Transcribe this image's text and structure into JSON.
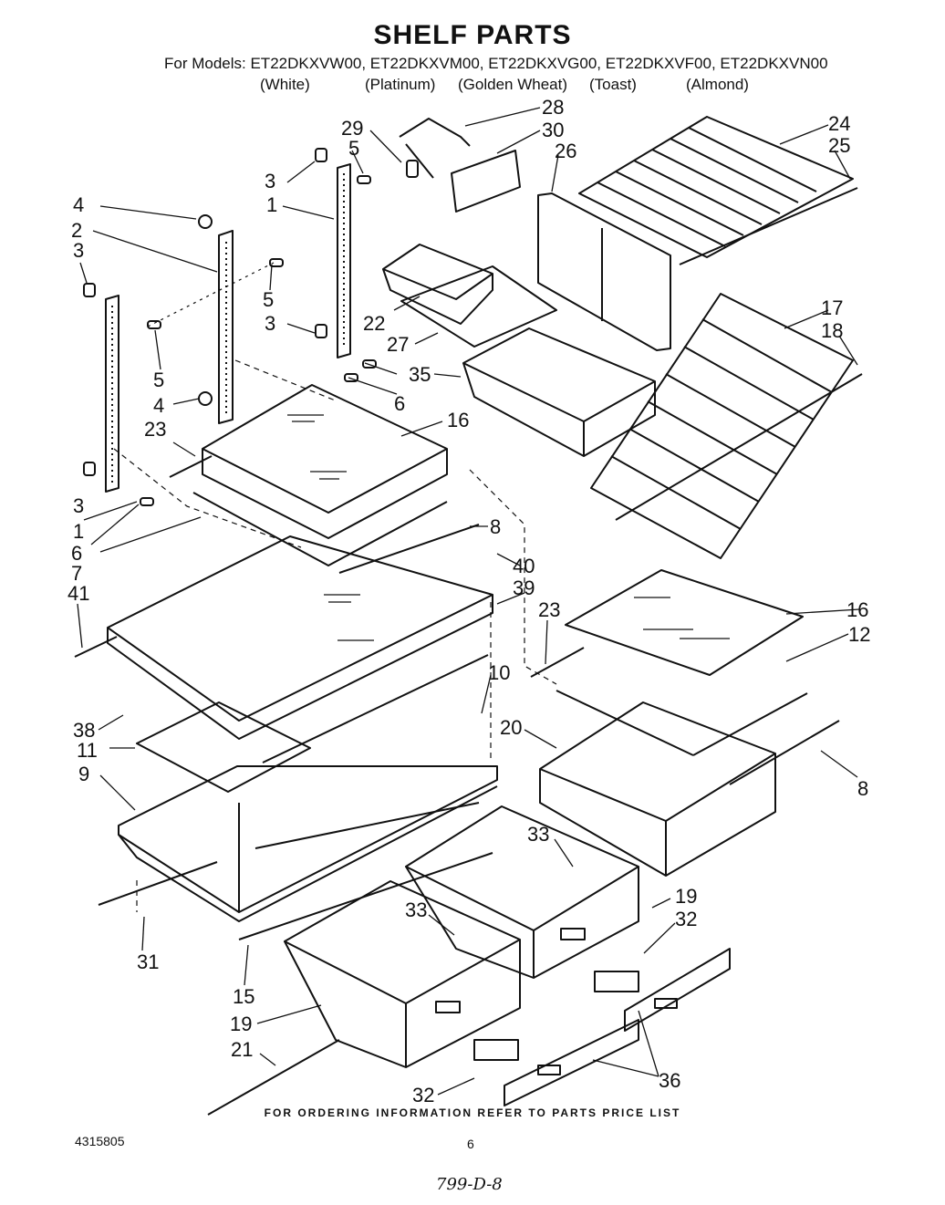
{
  "header": {
    "title": "SHELF PARTS",
    "models_line": "For Models: ET22DKXVW00, ET22DKXVM00, ET22DKXVG00, ET22DKXVF00,  ET22DKXVN00",
    "colors": [
      "(White)",
      "(Platinum)",
      "(Golden Wheat)",
      "(Toast)",
      "(Almond)"
    ]
  },
  "callouts": [
    "1",
    "1",
    "2",
    "3",
    "3",
    "3",
    "3",
    "4",
    "4",
    "5",
    "5",
    "5",
    "6",
    "6",
    "7",
    "8",
    "8",
    "9",
    "10",
    "11",
    "12",
    "15",
    "16",
    "16",
    "17",
    "18",
    "19",
    "19",
    "20",
    "21",
    "22",
    "23",
    "23",
    "24",
    "25",
    "26",
    "27",
    "28",
    "29",
    "30",
    "31",
    "32",
    "32",
    "33",
    "33",
    "35",
    "36",
    "38",
    "39",
    "40",
    "41"
  ],
  "footer": {
    "ordering_note": "FOR ORDERING INFORMATION REFER TO PARTS PRICE LIST",
    "doc_number": "4315805",
    "page_number": "6",
    "handwritten_ref": "799-D-8"
  }
}
